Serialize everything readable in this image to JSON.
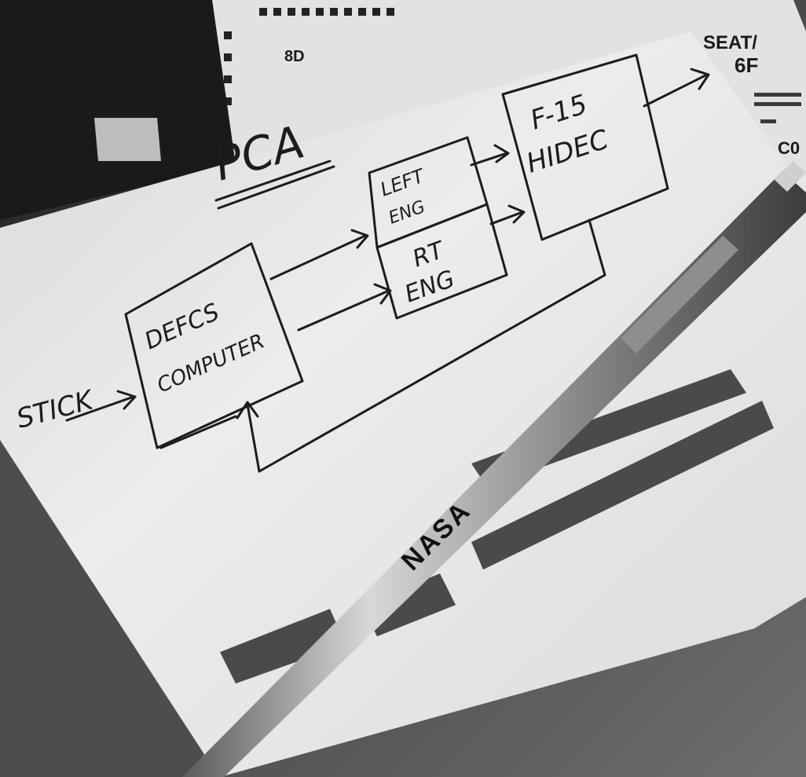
{
  "photo": {
    "subject": "grayscale photo",
    "colors": {
      "paper": "#e9e9e9",
      "ink": "#1c1c1c",
      "tabletop": "#3a3a3a",
      "logo_gray": "#4a4a4a",
      "pen_silver": "#b9b9b9"
    }
  },
  "ticket": {
    "seat_label": "SEAT/",
    "seat_value": "6F",
    "code": "8D",
    "corner_code": "C0"
  },
  "sketch": {
    "title": "PCA",
    "input_label": "STICK",
    "computer_block": [
      "DEFCS",
      "COMPUTER"
    ],
    "left_engine_block": [
      "LEFT",
      "ENG"
    ],
    "right_engine_block": [
      "RT",
      "ENG"
    ],
    "aircraft_block": [
      "F-15",
      "HIDEC"
    ]
  },
  "pen": {
    "imprint": "NASA"
  }
}
